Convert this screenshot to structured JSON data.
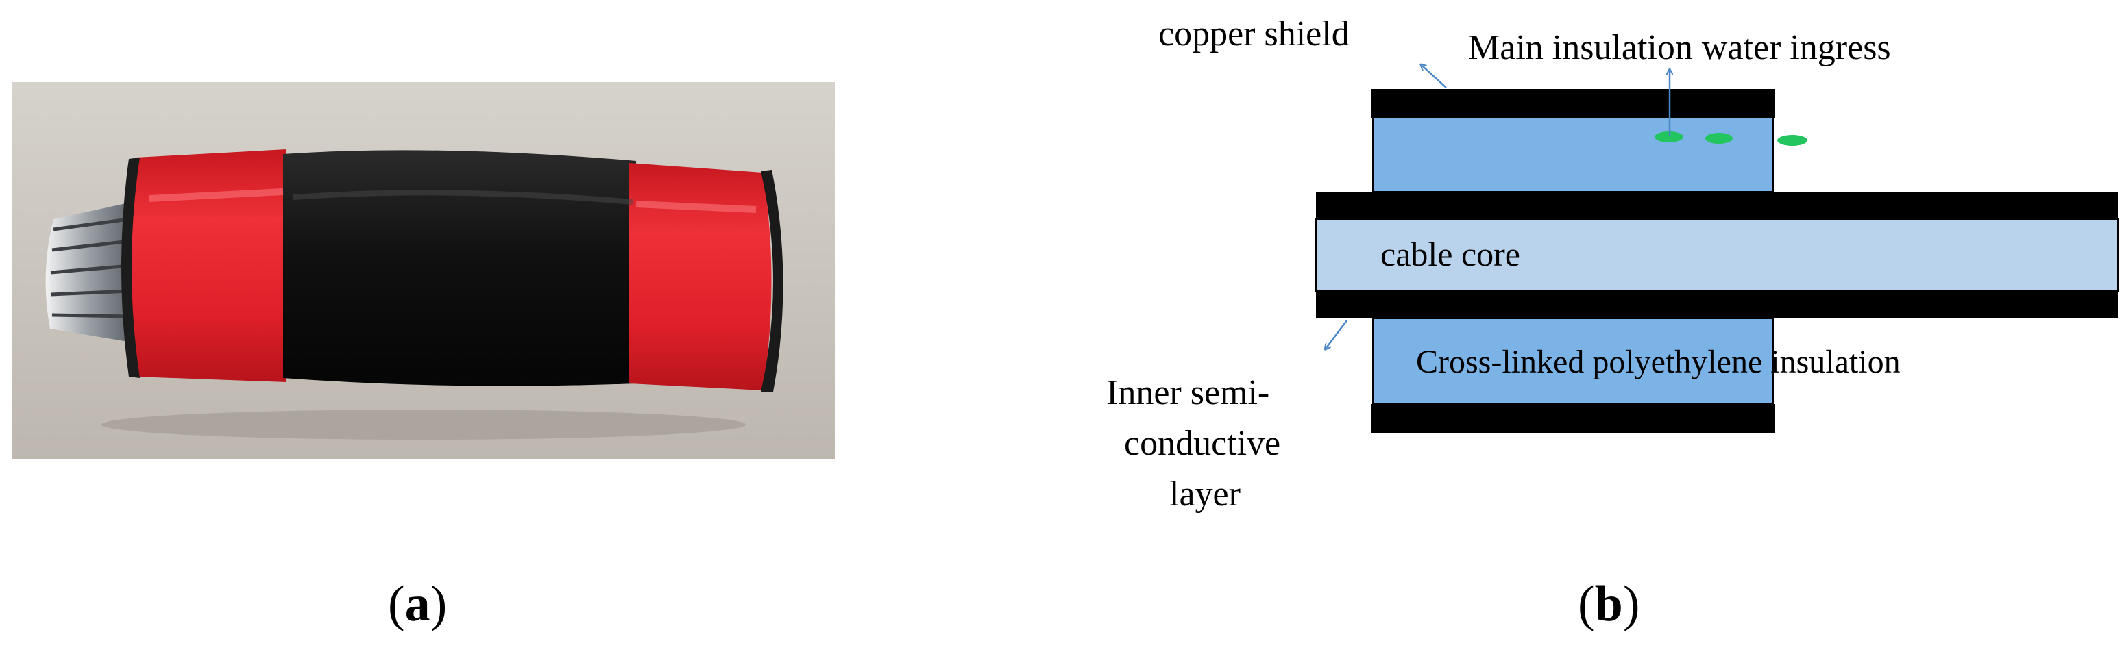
{
  "panels": {
    "a": {
      "caption_open": "(",
      "caption_letter": "a",
      "caption_close": ")"
    },
    "b": {
      "caption_open": "(",
      "caption_letter": "b",
      "caption_close": ")",
      "labels": {
        "copper_shield": "copper shield",
        "water_ingress": "Main insulation water ingress",
        "cable_core": "cable core",
        "xlpe": "Cross-linked polyethylene insulation",
        "inner_semi_line1": "Inner semi-",
        "inner_semi_line2": "conductive",
        "inner_semi_line3": "layer"
      }
    }
  },
  "colors": {
    "shield_black": "#000000",
    "insulation_blue": "#7cb3e6",
    "core_blue": "#b9d3ec",
    "water_green": "#22c55e",
    "arrow_blue": "#4a86c5",
    "tape_red": "#e3212b",
    "tape_black": "#141414",
    "photo_background": "#cbc6bf"
  },
  "icons": [
    "stranded-conductor-icon",
    "arrow-icon"
  ]
}
